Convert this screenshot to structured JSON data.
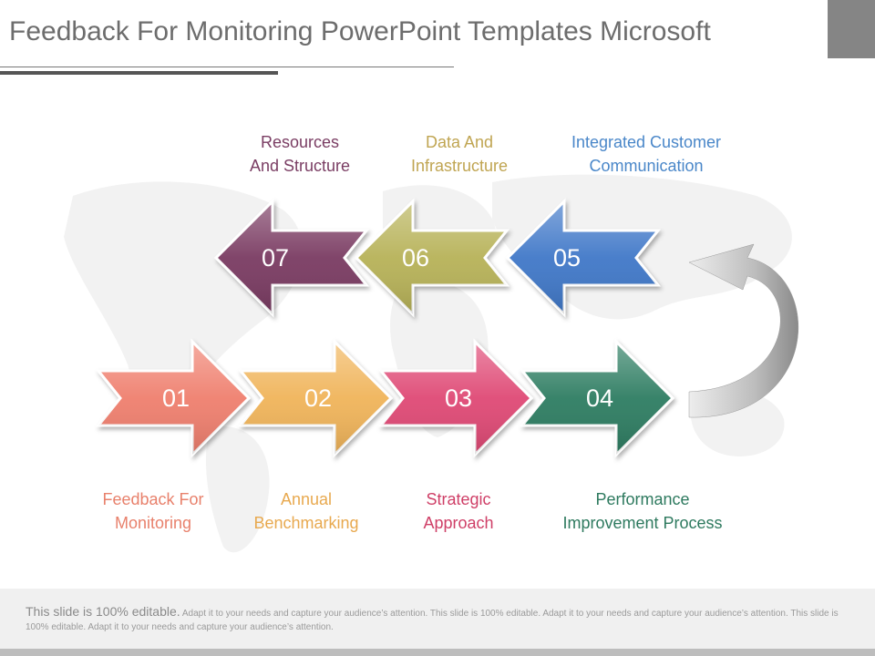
{
  "title": "Feedback For Monitoring PowerPoint Templates Microsoft",
  "steps": [
    {
      "num": "01",
      "line1": "Feedback For",
      "line2": "Monitoring",
      "color": "#ef7f6e",
      "label_color": "#e8816c"
    },
    {
      "num": "02",
      "line1": "Annual",
      "line2": "Benchmarking",
      "color": "#f0b45a",
      "label_color": "#e8a94f"
    },
    {
      "num": "03",
      "line1": "Strategic",
      "line2": "Approach",
      "color": "#df4a74",
      "label_color": "#cf3f67"
    },
    {
      "num": "04",
      "line1": "Performance",
      "line2": "Improvement  Process",
      "color": "#2f7d62",
      "label_color": "#2e7a5f"
    },
    {
      "num": "05",
      "line1": "Integrated Customer",
      "line2": "Communication",
      "color": "#3f78c8",
      "label_color": "#4a87c9"
    },
    {
      "num": "06",
      "line1": "Data And",
      "line2": "Infrastructure",
      "color": "#b7b259",
      "label_color": "#c0a552"
    },
    {
      "num": "07",
      "line1": "Resources",
      "line2": "And  Structure",
      "color": "#7a3a62",
      "label_color": "#7a3d63"
    }
  ],
  "footer": {
    "lead": "This slide is 100% editable.",
    "body": " Adapt it to your needs and capture your audience’s attention. This slide is 100% editable. Adapt it to your needs and capture your audience’s attention. This slide is 100% editable. Adapt it to your needs and capture your audience’s attention."
  }
}
